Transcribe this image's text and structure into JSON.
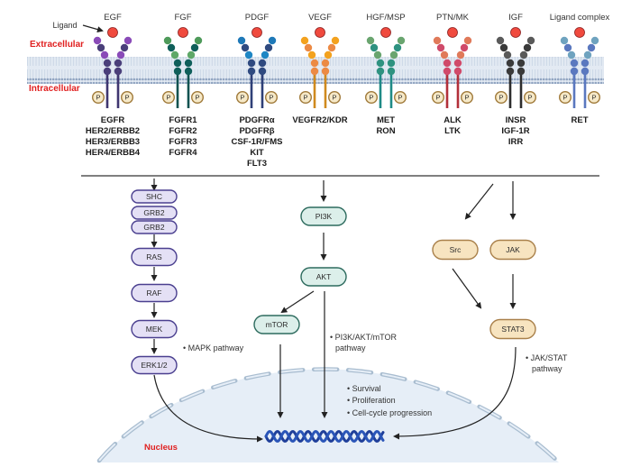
{
  "labels": {
    "ligand": "Ligand",
    "extracellular": "Extracellular",
    "intracellular": "Intracellular",
    "nucleus": "Nucleus",
    "phospho": "P"
  },
  "colors": {
    "ligand": "#f04a3e",
    "membrane": "#c9d6e6",
    "membrane_head": "#8fa3c0",
    "phospho_fill": "#f6e9c8",
    "phospho_stroke": "#a07a3a",
    "nucleus_fill": "#e6eef7",
    "nucleus_envelope": "#a9bdd0",
    "dna": "#1f3f9a",
    "mapk_fill": "#e4e0f5",
    "mapk_stroke": "#4a3f8f",
    "pi3k_fill": "#dcefea",
    "pi3k_stroke": "#2d6b5e",
    "jak_fill": "#f7e4c0",
    "jak_stroke": "#a9804a"
  },
  "receptors": [
    {
      "ligand": "EGF",
      "names": [
        "EGFR",
        "HER2/ERBB2",
        "HER3/ERBB3",
        "HER4/ERBB4"
      ],
      "colors": [
        "#8a4bb8",
        "#4a3f7a",
        "#8a4bb8",
        "#4a3f7a",
        "#4a3f7a"
      ],
      "stalk": "#3f3670"
    },
    {
      "ligand": "FGF",
      "names": [
        "FGFR1",
        "FGFR2",
        "FGFR3",
        "FGFR4"
      ],
      "colors": [
        "#4e9a5a",
        "#0f5f5a",
        "#5fa868",
        "#0f5f5a",
        "#0f5f5a"
      ],
      "stalk": "#0f5250"
    },
    {
      "ligand": "PDGF",
      "names": [
        "PDGFRα",
        "PDGFRβ",
        "CSF-1R/FMS",
        "KIT",
        "FLT3"
      ],
      "colors": [
        "#1e79b8",
        "#2f4a80",
        "#1e86c4",
        "#2f4a80",
        "#2f4a80"
      ],
      "stalk": "#2f4078"
    },
    {
      "ligand": "VEGF",
      "names": [
        "VEGFR2/KDR"
      ],
      "colors": [
        "#f3a21e",
        "#ec8a44",
        "#f3a21e",
        "#ec8a44",
        "#ec8a44"
      ],
      "stalk": "#d08a1e"
    },
    {
      "ligand": "HGF/MSP",
      "names": [
        "MET",
        "RON"
      ],
      "colors": [
        "#6aa56f",
        "#2e9280",
        "#6aa56f",
        "#2e9280",
        "#2e9280"
      ],
      "stalk": "#1f8a86"
    },
    {
      "ligand": "PTN/MK",
      "names": [
        "ALK",
        "LTK"
      ],
      "colors": [
        "#e07a5a",
        "#d04a6a",
        "#e07a5a",
        "#d04a6a",
        "#d04a6a"
      ],
      "stalk": "#b3303a"
    },
    {
      "ligand": "IGF",
      "names": [
        "INSR",
        "IGF-1R",
        "IRR"
      ],
      "colors": [
        "#5a5a5a",
        "#3a3a3a",
        "#5a5a5a",
        "#3a3a3a",
        "#3a3a3a"
      ],
      "stalk": "#2e2e2e"
    },
    {
      "ligand": "Ligand complex",
      "names": [
        "RET"
      ],
      "colors": [
        "#6fa3bf",
        "#5a78bf",
        "#6fa3bf",
        "#5a78bf",
        "#5a78bf"
      ],
      "stalk": "#5a78bf"
    }
  ],
  "pathways": {
    "mapk": {
      "nodes": [
        "SHC",
        "GRB2",
        "GRB2",
        "RAS",
        "RAF",
        "MEK",
        "ERK1/2"
      ],
      "label": "• MAPK pathway"
    },
    "pi3k": {
      "nodes": [
        "PI3K",
        "AKT",
        "mTOR"
      ],
      "label_lines": [
        "• PI3K/AKT/mTOR",
        "pathway"
      ]
    },
    "jak_stat": {
      "nodes": [
        "Src",
        "JAK",
        "STAT3"
      ],
      "label_lines": [
        "• JAK/STAT",
        "pathway"
      ]
    }
  },
  "outcomes": [
    "• Survival",
    "• Proliferation",
    "• Cell-cycle progression"
  ]
}
